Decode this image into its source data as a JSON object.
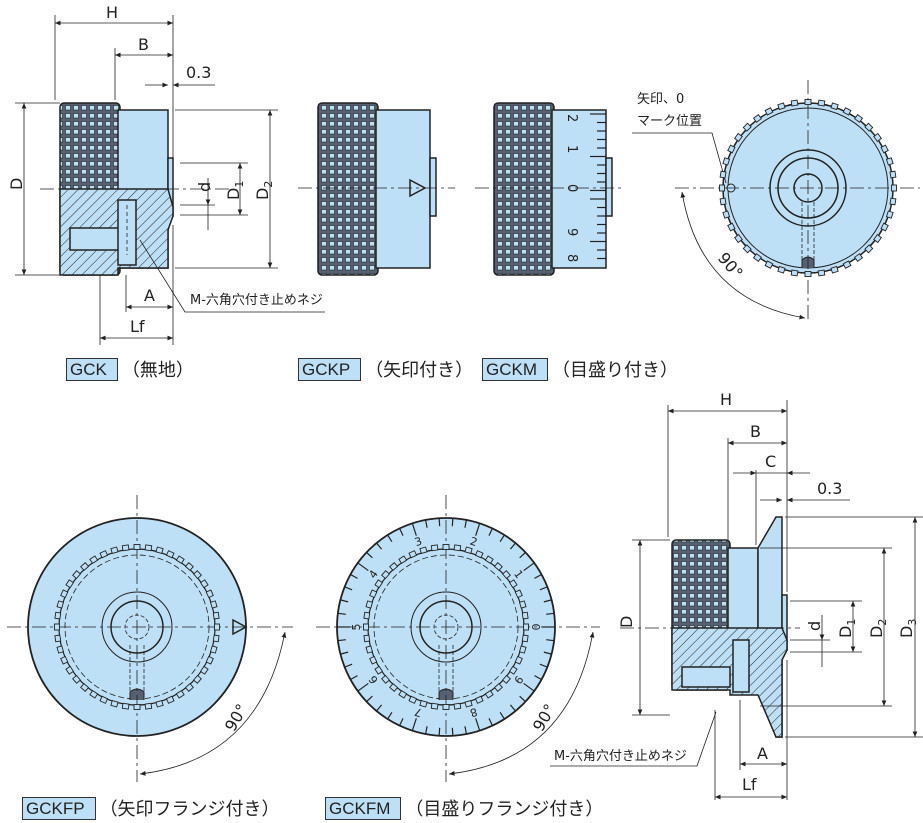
{
  "colors": {
    "fill": "#bde0f6",
    "stroke": "#222222",
    "knurl": "#556070"
  },
  "dimensions": {
    "H": "H",
    "B": "B",
    "C": "C",
    "gap": "0.3",
    "D": "D",
    "D1": "D",
    "D1_sub": "1",
    "D2": "D",
    "D2_sub": "2",
    "D3": "D",
    "D3_sub": "3",
    "d": "d",
    "A": "A",
    "Lf": "Lf",
    "angle": "90°"
  },
  "notes": {
    "set_screw": "M-六角穴付き止めネジ",
    "mark_position_line1": "矢印、0",
    "mark_position_line2": "マーク位置"
  },
  "scale_gckm": [
    "2",
    "1",
    "0",
    "9",
    "8"
  ],
  "scale_dial": [
    "0",
    "1",
    "2",
    "3",
    "4",
    "5",
    "6",
    "7",
    "8",
    "9"
  ],
  "captions": [
    {
      "code": "GCK",
      "desc": "（無地）"
    },
    {
      "code": "GCKP",
      "desc": "（矢印付き）"
    },
    {
      "code": "GCKM",
      "desc": "（目盛り付き）"
    },
    {
      "code": "GCKFP",
      "desc": "（矢印フランジ付き）"
    },
    {
      "code": "GCKFM",
      "desc": "（目盛りフランジ付き）"
    }
  ]
}
